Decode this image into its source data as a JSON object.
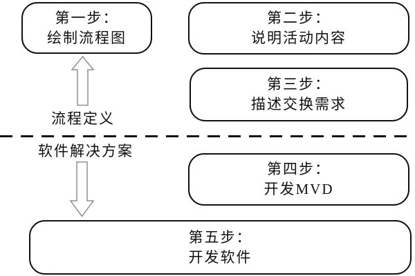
{
  "diagram": {
    "title": "IDM process-to-software steps flowchart",
    "boxes": [
      {
        "id": "step1",
        "line1": "第一步：",
        "line2": "绘制流程图"
      },
      {
        "id": "step2",
        "line1": "第二步：",
        "line2": "说明活动内容"
      },
      {
        "id": "step3",
        "line1": "第三步：",
        "line2": "描述交换需求"
      },
      {
        "id": "step4",
        "line1": "第四步：",
        "line2": "开发MVD"
      },
      {
        "id": "step5",
        "line1": "第五步：",
        "line2": "开发软件"
      }
    ],
    "labels": {
      "above_divider": "流程定义",
      "below_divider": "软件解决方案"
    },
    "icons": {
      "up_arrow": "hollow-up-arrow",
      "down_arrow": "hollow-down-arrow"
    },
    "colors": {
      "background": "#ffffff",
      "box_border": "#111111",
      "text": "#111111",
      "arrow_outline": "#8f8f8f",
      "divider": "#111111"
    }
  }
}
